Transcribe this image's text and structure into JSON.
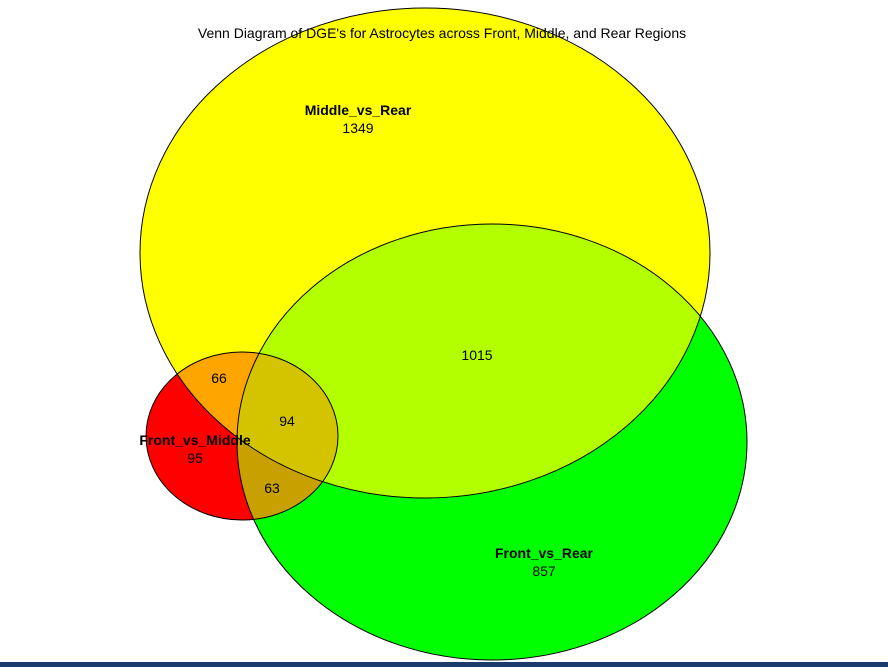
{
  "diagram": {
    "title": "Venn Diagram of DGE's for Astrocytes across Front, Middle, and Rear Regions",
    "sets": [
      {
        "key": "middle_vs_rear",
        "name": "Middle_vs_Rear",
        "count": "1349",
        "color": "#ffff00"
      },
      {
        "key": "front_vs_rear",
        "name": "Front_vs_Rear",
        "count": "857",
        "color": "#00ff00"
      },
      {
        "key": "front_vs_middle",
        "name": "Front_vs_Middle",
        "count": "95",
        "color": "#ff0000"
      }
    ],
    "intersections": {
      "middle_rear__front_rear": "1015",
      "front_middle__middle_rear": "66",
      "front_middle__front_rear": "63",
      "all_three": "94"
    },
    "overlap_colors": {
      "middle_rear__front_rear": "#b3ff00",
      "front_middle__middle_rear": "#ffa500",
      "front_middle__front_rear": "#c8a000",
      "all_three": "#d4c400"
    },
    "bottom_bar_color": "#1a3b6b"
  }
}
